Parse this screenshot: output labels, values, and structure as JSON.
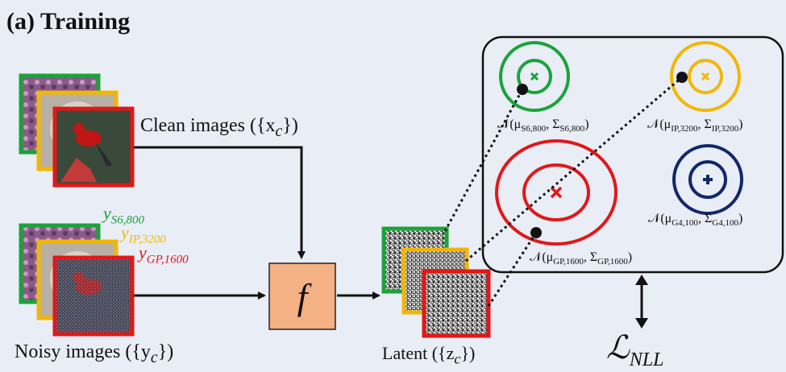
{
  "title": "(a) Training",
  "clean_label": "Clean images ({x",
  "clean_sub": "c",
  "clean_tail": "})",
  "noisy_label": "Noisy images ({y",
  "noisy_sub": "c",
  "noisy_tail": "})",
  "latent_label": "Latent ({z",
  "latent_sub": "c",
  "latent_tail": "})",
  "function_label": "f",
  "loss_label": "ℒ",
  "loss_sub": "NLL",
  "noise_labels": [
    {
      "base": "y",
      "sub": "S6,800",
      "color": "#1aa33a"
    },
    {
      "base": "y",
      "sub": "IP,3200",
      "color": "#f2b705"
    },
    {
      "base": "y",
      "sub": "GP,1600",
      "color": "#e01818"
    }
  ],
  "gaussians": [
    {
      "label": "𝒩(μ",
      "sub1": "S6,800",
      "mid": ", Σ",
      "sub2": "S6,800",
      "end": ")",
      "color": "#1aa33a"
    },
    {
      "label": "𝒩(μ",
      "sub1": "IP,3200",
      "mid": ", Σ",
      "sub2": "IP,3200",
      "end": ")",
      "color": "#f2b705"
    },
    {
      "label": "𝒩(μ",
      "sub1": "GP,1600",
      "mid": ", Σ",
      "sub2": "GP,1600",
      "end": ")",
      "color": "#e01818"
    },
    {
      "label": "𝒩(μ",
      "sub1": "G4,100",
      "mid": ", Σ",
      "sub2": "G4,100",
      "end": ")",
      "color": "#13276b"
    }
  ],
  "colors": {
    "green": "#1aa33a",
    "yellow": "#f2b705",
    "red": "#e01818",
    "navy": "#13276b",
    "f_box": "#f4b183",
    "background": "#e9edf6"
  }
}
